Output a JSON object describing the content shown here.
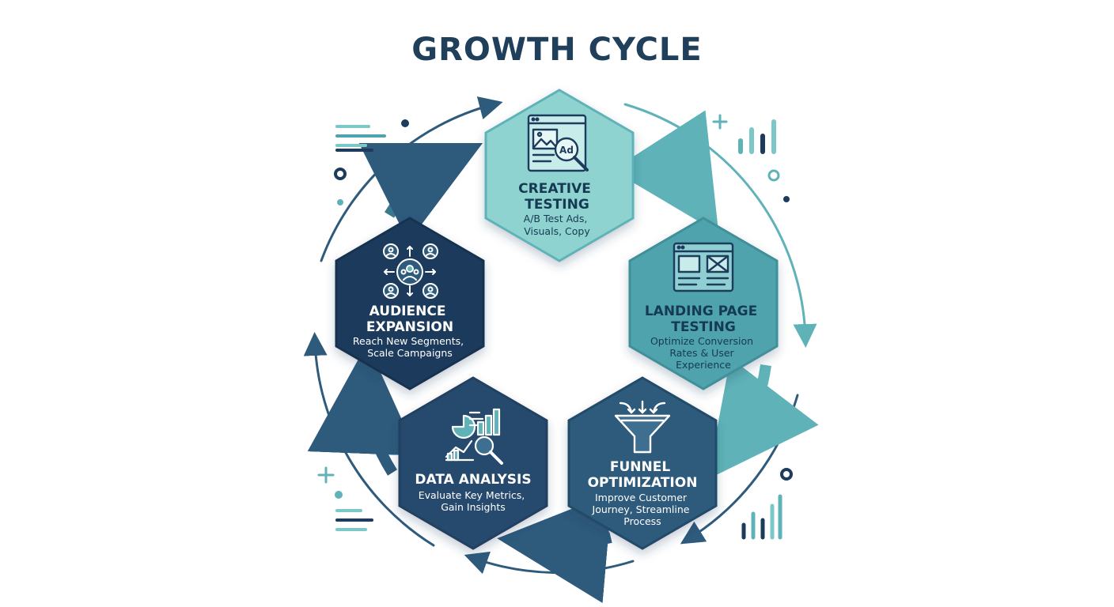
{
  "title": "GROWTH CYCLE",
  "colors": {
    "title": "#1f3f5b",
    "creative": "#8fd3d1",
    "landing": "#4fa3ac",
    "funnel": "#2e5a7c",
    "data": "#284a6e",
    "audience": "#1d3b5c",
    "arrow_teal": "#5fb3b8",
    "arrow_navy": "#2e5a7c",
    "text_dark": "#163a52",
    "text_light": "#ffffff"
  },
  "stages": [
    {
      "id": "creative",
      "icon": "ad-search-icon",
      "title_lines": [
        "CREATIVE",
        "TESTING"
      ],
      "subtitle_lines": [
        "A/B Test Ads,",
        "Visuals, Copy"
      ]
    },
    {
      "id": "landing",
      "icon": "landing-page-icon",
      "title_lines": [
        "LANDING PAGE",
        "TESTING"
      ],
      "subtitle_lines": [
        "Optimize Conversion",
        "Rates & User",
        "Experience"
      ]
    },
    {
      "id": "funnel",
      "icon": "funnel-icon",
      "title_lines": [
        "FUNNEL",
        "OPTIMIZATION"
      ],
      "subtitle_lines": [
        "Improve Customer",
        "Journey, Streamline",
        "Process"
      ]
    },
    {
      "id": "data",
      "icon": "analytics-icon",
      "title_lines": [
        "DATA ANALYSIS"
      ],
      "subtitle_lines": [
        "Evaluate Key Metrics,",
        "Gain Insights"
      ]
    },
    {
      "id": "audience",
      "icon": "audience-network-icon",
      "title_lines": [
        "AUDIENCE",
        "EXPANSION"
      ],
      "subtitle_lines": [
        "Reach New Segments,",
        "Scale Campaigns"
      ]
    }
  ]
}
